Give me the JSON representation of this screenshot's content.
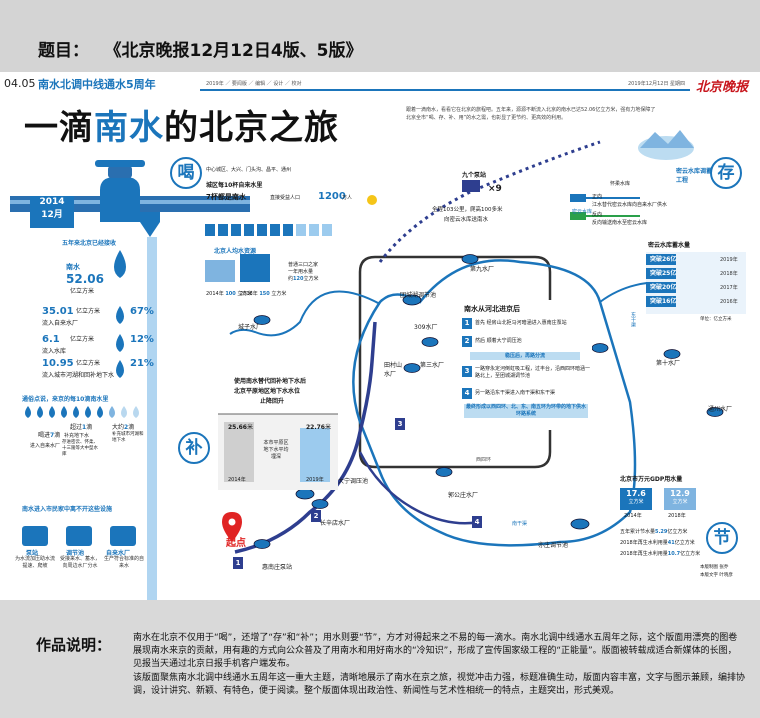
{
  "header": {
    "title_label": "题目：",
    "title": "《北京晚报12月12日4版、5版》"
  },
  "newspaper": {
    "page_number": "04.05",
    "series_title": "南水北调中线通水5周年",
    "header_small": "2019年 ／ 要闻版 ／ 编辑 ／ 设计 ／ 校对",
    "date_line": "2019年12月12日  星期四",
    "logo": "北京晚报",
    "main_title_parts": [
      "一滴",
      "南水",
      "的北京之旅"
    ],
    "intro": "跟着一滴南水，看看它在北京的旅程吧。五年来，源源不断流入北京的南水已达52.06亿立方米，强有力地保障了北京全市“喝、存、补、用”的水之需，也彰显了更节约、更高效的利用。",
    "date_ribbon": {
      "year": "2014",
      "month": "12月"
    },
    "received": {
      "title": "五年来北京已经接收",
      "label": "南水",
      "value": "52.06",
      "unit": "亿立方米"
    },
    "usage": [
      {
        "value": "35.01",
        "unit": "亿立方米",
        "desc": "流入自来水厂",
        "percent": "67%",
        "share": 0.67
      },
      {
        "value": "6.1",
        "unit": "亿立方米",
        "desc": "流入水库",
        "percent": "12%",
        "share": 0.12
      },
      {
        "value": "10.95",
        "unit": "亿立方米",
        "desc": "流入城市河湖和回补地下水",
        "percent": "21%",
        "share": 0.21
      }
    ],
    "drinking": {
      "label": "喝",
      "districts": "中心城区、大兴、门头沟、昌平、通州",
      "line1": "城区每10杯自来水里",
      "line2": "7杯都是南水",
      "beneficiary_label": "直接受益人口",
      "beneficiary_value": "1200",
      "beneficiary_unit": "万人"
    },
    "per_capita": {
      "title": "北京人均水资源",
      "y2014": "2014年",
      "v2014": "100",
      "y2018": "2018年",
      "v2018": "150",
      "unit": "立方米",
      "note_line1": "普通三口之家",
      "note_line2": "一年用水量",
      "note_line3": "约",
      "note_value": "120",
      "note_unit": "立方米"
    },
    "per_10": {
      "title": "通俗点说，来京的每10滴南水里",
      "items": [
        {
          "count": "7",
          "unit": "滴",
          "desc": "进入自来水厂",
          "drop_label": "喝进"
        },
        {
          "count": "1",
          "unit": "滴",
          "desc": "补充地下水",
          "extra": "存进密云、怀柔、十三陵等大中型水库",
          "drop_label": "超过"
        },
        {
          "count": "2",
          "unit": "滴",
          "desc": "补充城市河湖和地下水",
          "drop_label": "大约"
        }
      ]
    },
    "facilities": {
      "title": "南水进入市民家中离不开这些设施",
      "items": [
        {
          "label": "泵站",
          "desc": "为水流加压助水流提速、爬坡"
        },
        {
          "label": "调节池",
          "desc": "受接来水、蓄水，向周边水厂分水"
        },
        {
          "label": "自来水厂",
          "desc": "生产符合标准的自来水"
        }
      ]
    },
    "groundwater": {
      "title_line1": "使用南水替代回补地下水后",
      "title_line2": "北京平原地区地下水水位",
      "title_line3": "止降回升",
      "left_value": "25.66",
      "left_unit": "米",
      "left_year": "2014年",
      "right_value": "22.76",
      "right_unit": "米",
      "right_year": "2019年",
      "middle": "本市平原区地下水平均埋深"
    },
    "storage": {
      "label": "存",
      "node": "密云水库调蓄工程",
      "huai": "怀柔水库",
      "miyun": "密云水库",
      "line1": "江水替代密云水库向自来水厂供水",
      "line2": "反向输送南水至密云水库",
      "legend_forward": "正向",
      "legend_reverse": "反向",
      "pumps_label": "九个泵站",
      "pumps_count": "×9",
      "pump_line1": "全程103公里，爬高100多米",
      "pump_line2": "向密云水库送南水",
      "table_title": "密云水库蓄水量",
      "unit_label": "单位：亿立方米",
      "table": [
        {
          "label": "突破26亿",
          "year": "2019年",
          "value": 26
        },
        {
          "label": "突破25亿",
          "year": "2018年",
          "value": 25
        },
        {
          "label": "突破20亿",
          "year": "2017年",
          "value": 20
        },
        {
          "label": "突破16亿",
          "year": "2016年",
          "value": 16
        }
      ]
    },
    "supplement_label": "补",
    "save_label": "节",
    "route": {
      "title": "南水从河北进京后",
      "steps": [
        {
          "n": "1",
          "text": "首先  经房山北拒马河暗涵进入惠南庄泵站"
        },
        {
          "n": "2",
          "text": "然后  顺着大宁调压池"
        },
        {
          "n": "3",
          "text": "一路穿永定河倒虹吸工程，过丰台，沿西四环暗涵一路北上，至团城湖调节池"
        },
        {
          "n": "4",
          "text": "另一路沿东干渠进入南干渠和东干渠"
        }
      ],
      "bar1": "稳压后，再路分流",
      "bar2": "最终形成以西四环、北、东、南五环为环带的地下供水环路系统"
    },
    "stations": {
      "start": "起点",
      "huinanzhuang": "惠南庄泵站",
      "daning": "大宁调压池",
      "changxindian": "长辛店水厂",
      "tuancheng": "团城湖调节池",
      "s309": "309水厂",
      "tiancun": "田村山水厂",
      "s3": "第三水厂",
      "s9": "第九水厂",
      "s10": "第十水厂",
      "tongzhou": "通州水厂",
      "guogongzhuang": "郭公庄水厂",
      "yizhuang": "亦庄调节池",
      "chengzi": "城子水厂",
      "east_canal": "东干渠",
      "south_canal": "南干渠",
      "west_ring": "西四环"
    },
    "gdp": {
      "title": "北京市万元GDP用水量",
      "y2014_value": "17.6",
      "y2014_unit": "立方米",
      "y2014": "2014年",
      "y2018_value": "12.9",
      "y2018_unit": "立方米",
      "y2018": "2018年",
      "line1_pre": "五年累计节水量",
      "line1_val": "5.29",
      "line1_unit": "亿立方米",
      "line2_pre": "2018年再生水利用量",
      "line2_val": "41",
      "line2_unit": "亿立方米",
      "line3_pre": "2018年再生水利用量",
      "line3_val": "10.7",
      "line3_unit": "亿立方米",
      "credit1": "本版制图  张乔",
      "credit2": "本版文字  叶晓彦"
    }
  },
  "explanation": {
    "label": "作品说明：",
    "p1": "南水在北京不仅用于“喝”，还增了“存”和“补”；用水则要“节”，方才对得起来之不易的每一滴水。南水北调中线通水五周年之际，这个版面用漂亮的图卷展现南水来京的贡献，用有趣的方式向公众普及了用南水和用好南水的“冷知识”，形成了宣传国家级工程的“正能量”。版面被转载成适合新媒体的长图，见报当天通过北京日报手机客户端发布。",
    "p2": "该版面聚焦南水北调中线通水五周年这一重大主题，清晰地展示了南水在京之旅，视觉冲击力强，标题准确生动，版面内容丰富，文字与图示兼顾，编排协调，设计讲究、新颖、有特色，便于阅读。整个版面体现出政治性、新闻性与艺术性相统一的特点，主题突出，形式美观。"
  },
  "colors": {
    "brand_blue": "#1b75bb",
    "deep_blue": "#2e3e8f",
    "light_blue": "#bcdcf1",
    "logo_red": "#c8161d",
    "bar_gray": "#d4d4d4"
  }
}
